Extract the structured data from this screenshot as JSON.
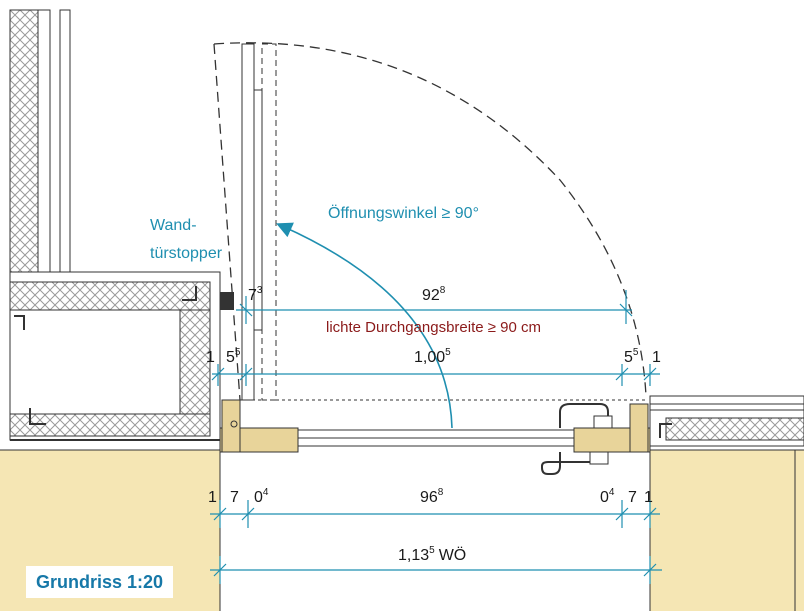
{
  "labels": {
    "wall_stop_line1": "Wand-",
    "wall_stop_line2": "türstopper",
    "opening_angle": "Öffnungswinkel ≥ 90°",
    "clear_width": "lichte Durchgangsbreite ≥ 90 cm",
    "scale_title": "Grundriss 1:20"
  },
  "dimensions": {
    "d_7_3": {
      "main": "7",
      "sup": "3"
    },
    "d_92_8": {
      "main": "92",
      "sup": "8"
    },
    "d_1": {
      "main": "1",
      "sup": ""
    },
    "d_5_5_left": {
      "main": "5",
      "sup": "5"
    },
    "d_1_00_5": {
      "main": "1,00",
      "sup": "5"
    },
    "d_5_5_right": {
      "main": "5",
      "sup": "5"
    },
    "d_1_right": {
      "main": "1",
      "sup": ""
    },
    "d_1_bottom_left": {
      "main": "1",
      "sup": ""
    },
    "d_7_bottom_left": {
      "main": "7",
      "sup": ""
    },
    "d_0_4_left": {
      "main": "0",
      "sup": "4"
    },
    "d_96_8": {
      "main": "96",
      "sup": "8"
    },
    "d_0_4_right": {
      "main": "0",
      "sup": "4"
    },
    "d_7_bottom_right": {
      "main": "7",
      "sup": ""
    },
    "d_1_bottom_right": {
      "main": "1",
      "sup": ""
    },
    "d_1_13_5": {
      "main": "1,13",
      "sup": "5"
    },
    "d_wo": {
      "main": "WÖ",
      "sup": ""
    }
  },
  "colors": {
    "accent_teal": "#1f8fb0",
    "label_red": "#8b1a1a",
    "frame_beige": "#f5e6b4",
    "wood_beige": "#e8d49a",
    "insulation_hatch": "#b0b0b0",
    "scale_blue": "#1678a8"
  }
}
